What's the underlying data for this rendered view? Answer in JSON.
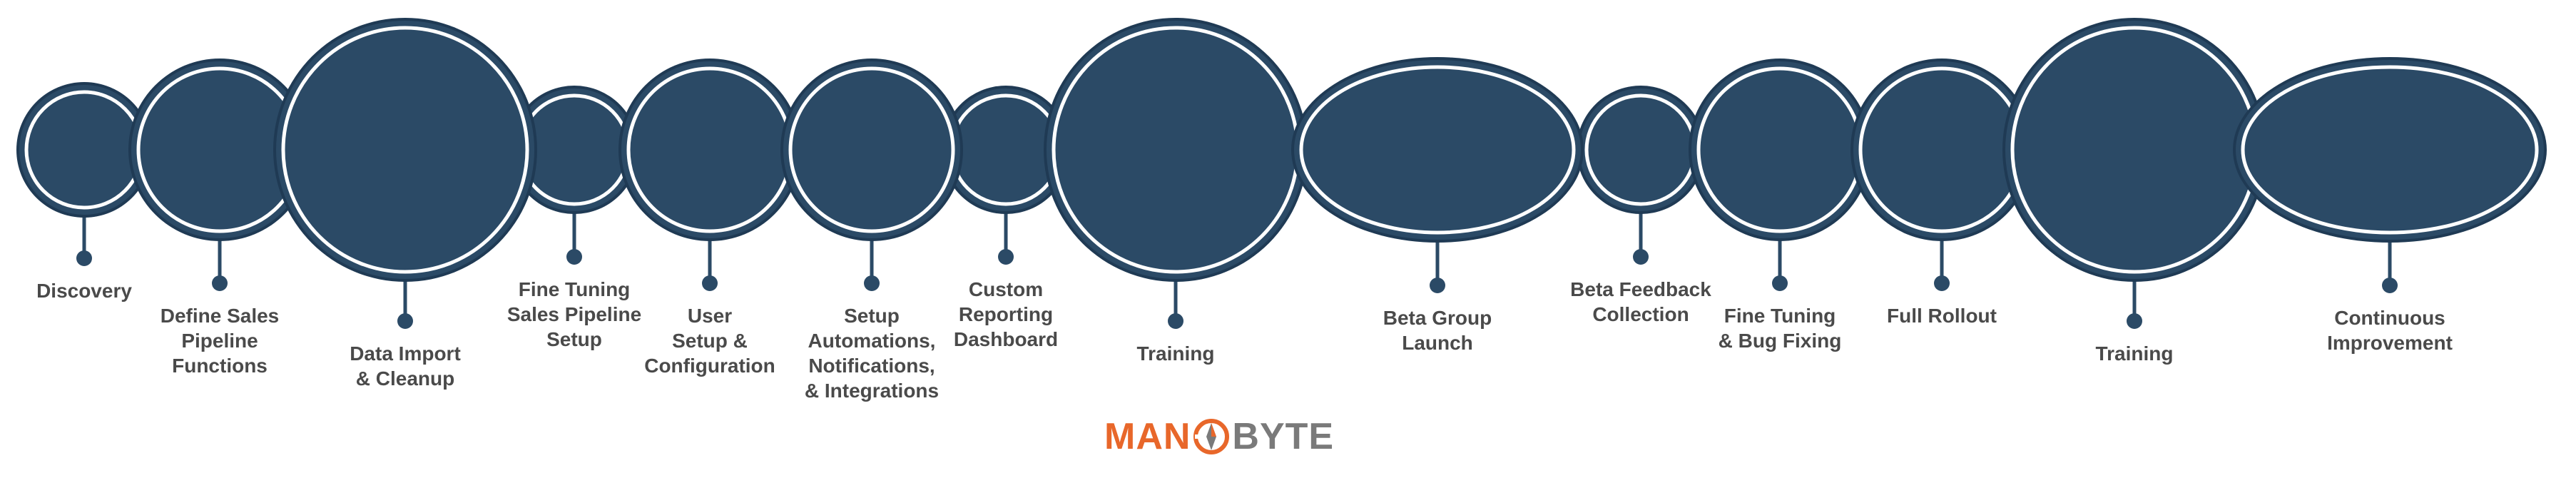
{
  "diagram": {
    "colors": {
      "node_fill": "#2b4a66",
      "ring": "#ffffff",
      "shadow": "#1f3a54",
      "label": "#4a4a4a"
    },
    "stages": [
      {
        "label": "Discovery"
      },
      {
        "label": "Define Sales\nPipeline\nFunctions"
      },
      {
        "label": "Data Import\n& Cleanup"
      },
      {
        "label": "Fine Tuning\nSales Pipeline\nSetup"
      },
      {
        "label": "User\nSetup &\nConfiguration"
      },
      {
        "label": "Setup\nAutomations,\nNotifications,\n& Integrations"
      },
      {
        "label": "Custom\nReporting\nDashboard"
      },
      {
        "label": "Training"
      },
      {
        "label": "Beta Group\nLaunch"
      },
      {
        "label": "Beta Feedback\nCollection"
      },
      {
        "label": "Fine Tuning\n& Bug Fixing"
      },
      {
        "label": "Full Rollout"
      },
      {
        "label": "Training"
      },
      {
        "label": "Continuous\nImprovement"
      }
    ]
  },
  "logo": {
    "left_text": "MAN",
    "right_text": "BYTE",
    "brand_orange": "#e8672a",
    "brand_gray": "#7a7a7a"
  }
}
